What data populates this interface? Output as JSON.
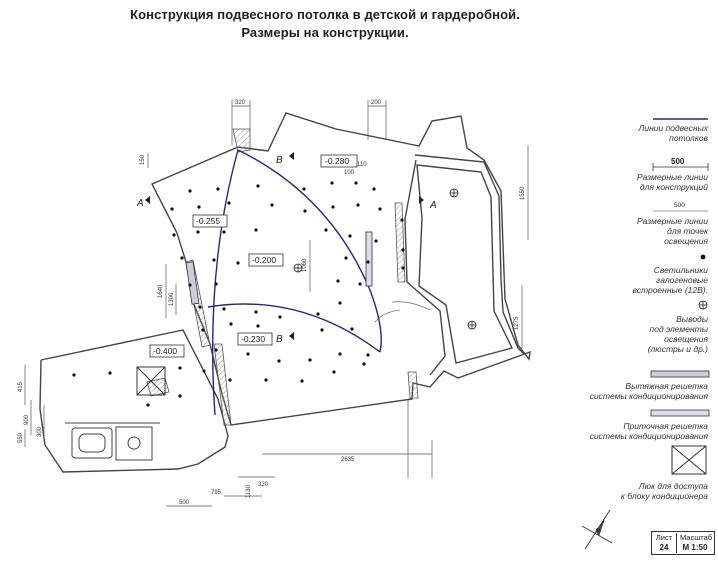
{
  "title": {
    "line1": "Конструкция подвесного потолка в детской и гардеробной.",
    "line2": "Размеры на конструкции."
  },
  "plan": {
    "levels": {
      "l1": "-0.280",
      "l2": "-0.255",
      "l3": "-0.200",
      "l4": "-0.230",
      "l5": "-0.400"
    },
    "dimensions": {
      "d320": "320",
      "d200": "200",
      "d150a": "150",
      "d100": "100",
      "d110": "110",
      "d1550": "1550",
      "d1275": "1275",
      "d1060": "1060",
      "d1640": "1640",
      "d1300": "1300",
      "d795": "795",
      "d500": "500",
      "d320b": "320",
      "d1130": "1130",
      "d2635": "2635",
      "d415": "415",
      "d900": "900",
      "d550": "550",
      "d300": "300"
    },
    "section_marks": {
      "a": "A",
      "b": "B"
    }
  },
  "legend": {
    "ceiling_lines": "Линии подвесных\nпотолков",
    "dim_value_1": "500",
    "dim_lines_construction": "Размерные линии\nдля конструкций",
    "dim_value_2": "500",
    "dim_lines_lighting": "Размерные линии\nдля точек\nосвещения",
    "halogen": "Светильники\nгалогеновые\nвстроенные (12В).",
    "outlets": "Выводы\nпод элементы\nосвещения\n(люстры и др.)",
    "exhaust_grille": "Вытяжная решетка\nсистемы кондиционирования",
    "supply_grille": "Приточная решетка\nсистемы кондиционирования",
    "access_hatch": "Люк для доступа\nк блоку кондиционера"
  },
  "sheet": {
    "sheet_label": "Лист",
    "scale_label": "Масштаб",
    "sheet_number": "24",
    "scale_value": "М 1:50"
  }
}
